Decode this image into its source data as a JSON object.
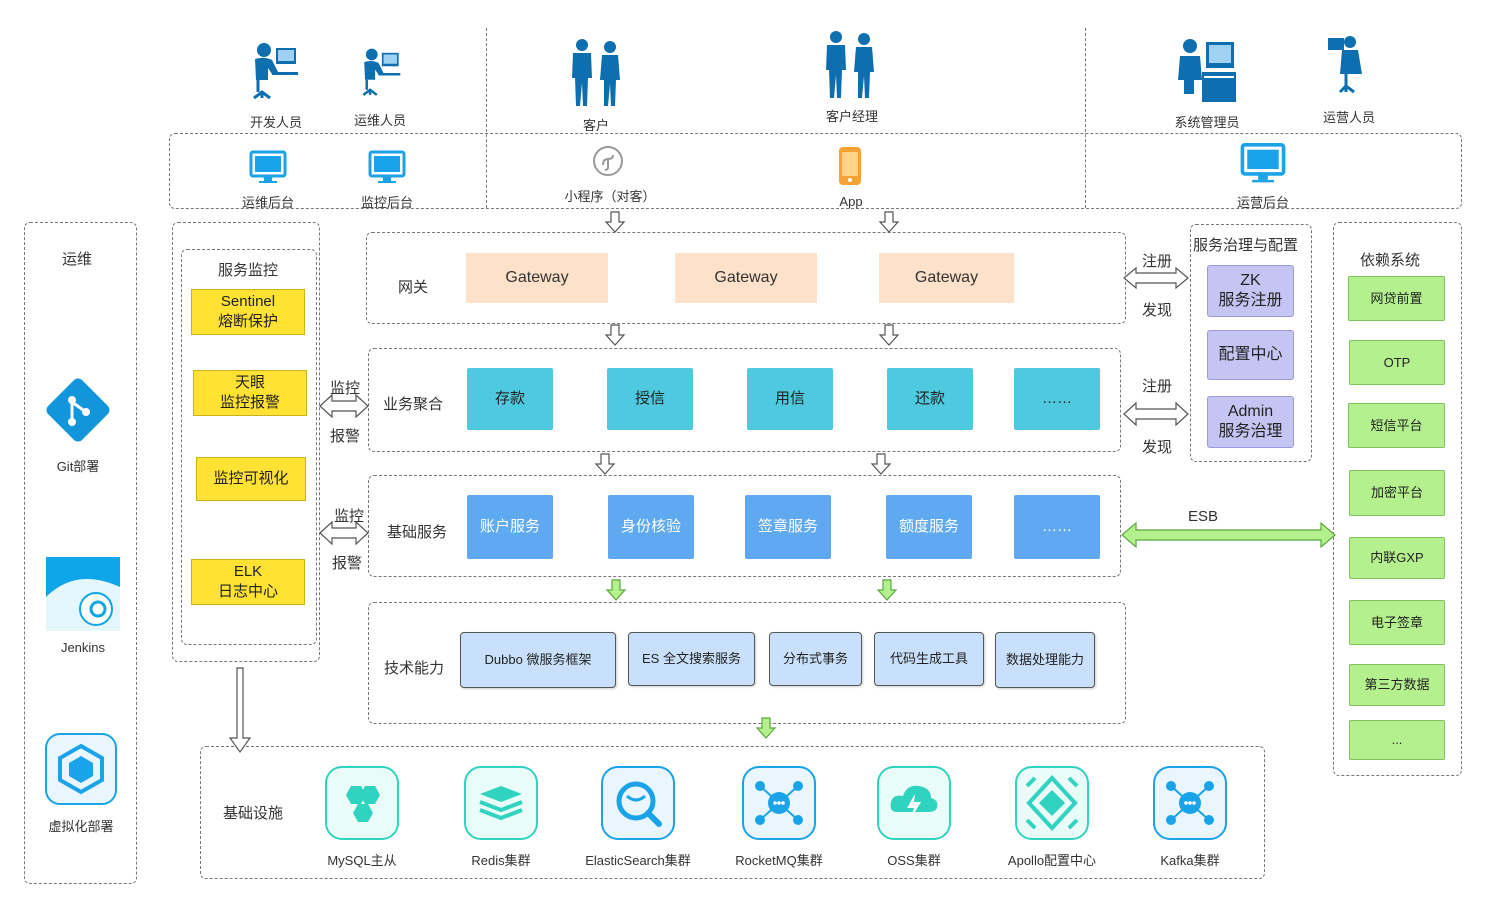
{
  "users": {
    "dev": "开发人员",
    "ops": "运维人员",
    "customer": "客户",
    "account_manager": "客户经理",
    "sys_admin": "系统管理员",
    "operator": "运营人员"
  },
  "terminals": {
    "ops_backend": "运维后台",
    "monitor_backend": "监控后台",
    "mini_program": "小程序（对客）",
    "app": "App",
    "operation_backend": "运营后台"
  },
  "devops": {
    "title": "运维",
    "git": "Git部署",
    "jenkins": "Jenkins",
    "virtual": "虚拟化部署"
  },
  "monitoring": {
    "title": "服务监控",
    "items": [
      "Sentinel\n熔断保护",
      "天眼\n监控报警",
      "监控可视化",
      "ELK\n日志中心"
    ]
  },
  "gateway": {
    "title": "网关",
    "items": [
      "Gateway",
      "Gateway",
      "Gateway"
    ]
  },
  "business": {
    "title": "业务聚合",
    "items": [
      "存款",
      "授信",
      "用信",
      "还款",
      "……"
    ]
  },
  "base_services": {
    "title": "基础服务",
    "items": [
      "账户服务",
      "身份核验",
      "签章服务",
      "额度服务",
      "……"
    ]
  },
  "tech": {
    "title": "技术能力",
    "items": [
      "Dubbo 微服务框架",
      "ES 全文搜索服务",
      "分布式事务",
      "代码生成工具",
      "数据处理能力"
    ]
  },
  "infra": {
    "title": "基础设施",
    "items": [
      "MySQL主从",
      "Redis集群",
      "ElasticSearch集群",
      "RocketMQ集群",
      "OSS集群",
      "Apollo配置中心",
      "Kafka集群"
    ]
  },
  "governance": {
    "title": "服务治理与配置",
    "items": [
      "ZK\n服务注册",
      "配置中心",
      "Admin\n服务治理"
    ]
  },
  "dependencies": {
    "title": "依赖系统",
    "items": [
      "网贷前置",
      "OTP",
      "短信平台",
      "加密平台",
      "内联GXP",
      "电子签章",
      "第三方数据",
      "..."
    ]
  },
  "connectors": {
    "register": "注册",
    "discover": "发现",
    "monitor": "监控",
    "alarm": "报警",
    "esb": "ESB"
  },
  "colors": {
    "icon_blue": "#0e6fb0",
    "screen_blue": "#1aa3e8",
    "teal_icon": "#2fd3c0",
    "git_blue": "#1296db",
    "gateway": "#fde1c8",
    "business": "#4ec9df",
    "base": "#5fa9f1",
    "yellow": "#ffe234",
    "purple": "#c5c5f3",
    "green": "#b4f18e"
  }
}
